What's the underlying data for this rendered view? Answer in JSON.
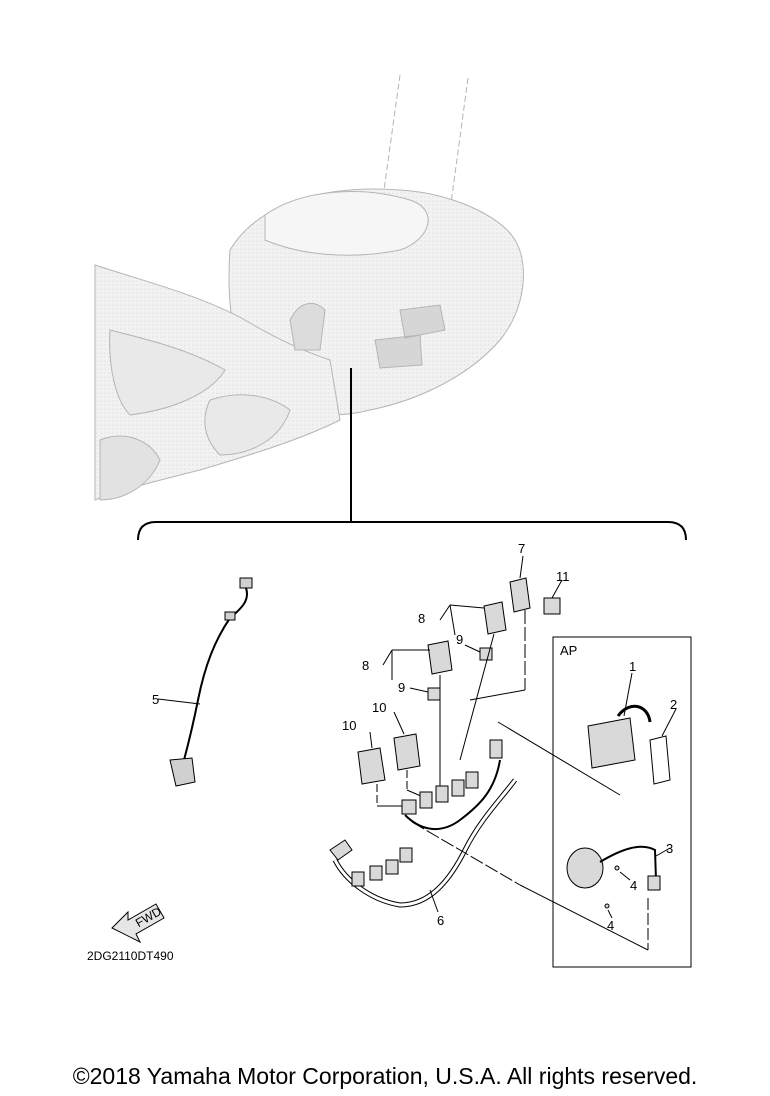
{
  "diagram": {
    "callouts": {
      "c1": "1",
      "c2": "2",
      "c3": "3",
      "c4a": "4",
      "c4b": "4",
      "c5": "5",
      "c6": "6",
      "c7": "7",
      "c8a": "8",
      "c8b": "8",
      "c9a": "9",
      "c9b": "9",
      "c10a": "10",
      "c10b": "10",
      "c11": "11"
    },
    "ap_label": "AP",
    "fwd_label": "FWD",
    "reference_code": "2DG2110DT490"
  },
  "footer": {
    "copyright": "©2018 Yamaha Motor Corporation, U.S.A. All rights reserved."
  },
  "colors": {
    "line": "#000000",
    "ghost_fill": "#efefef",
    "ghost_stroke": "#bdbdbd",
    "part_fill": "#d9d9d9"
  }
}
